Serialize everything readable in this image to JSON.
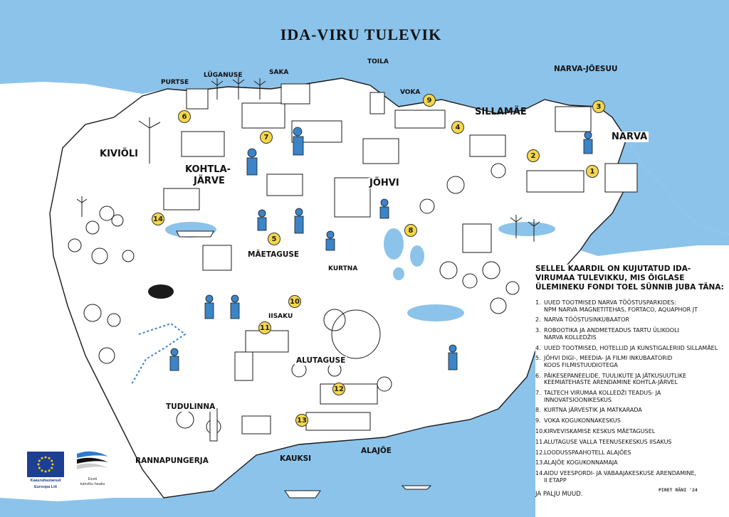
{
  "title": "IDA-VIRU TULEVIK",
  "colors": {
    "water": "#8cc3ea",
    "land": "#ffffff",
    "ink": "#1a1a1a",
    "accent_blue": "#3b84c8",
    "marker_yellow": "#f6d74a",
    "eu_blue": "#1c3f94",
    "eu_gold": "#f3d000"
  },
  "places": {
    "purtse": "PURTSE",
    "luganuse": "LÜGANUSE",
    "saka": "SAKA",
    "toila": "TOILA",
    "narva_joesuu": "NARVA-JÕESUU",
    "voka": "VOKA",
    "sillamae": "SILLAMÄE",
    "narva": "NARVA",
    "kivioli": "KIVIÕLI",
    "kohtla_jarve_1": "KOHTLA-",
    "kohtla_jarve_2": "JÄRVE",
    "johvi": "JÕHVI",
    "maetaguse": "MÄETAGUSE",
    "kurtna": "KURTNA",
    "iisaku": "IISAKU",
    "alutaguse": "ALUTAGUSE",
    "tudulinna": "TUDULINNA",
    "rannapungerja": "RANNAPUNGERJA",
    "kauksi": "KAUKSI",
    "alajoe": "ALAJÕE"
  },
  "markers": [
    "1",
    "2",
    "3",
    "4",
    "5",
    "6",
    "7",
    "8",
    "9",
    "10",
    "11",
    "12",
    "13",
    "14"
  ],
  "legend": {
    "intro": "SELLEL KAARDIL ON KUJUTATUD IDA-VIRUMAA TULEVIKKU, MIS ÕIGLASE ÜLEMINEKU FONDI TOEL SÜNNIB JUBA TÄNA:",
    "items": [
      {
        "num": "1.",
        "text": "UUED TOOTMISED NARVA TÖÖSTUSPARKIDES:\nNPM NARVA MAGNETITEHAS, FORTACO, AQUAPHOR JT"
      },
      {
        "num": "2.",
        "text": "NARVA TÖÖSTUSINKUBAATOR"
      },
      {
        "num": "3.",
        "text": "ROBOOTIKA JA ANDMETEADUS TARTU ÜLIKOOLI\nNARVA KOLLEDŽIS"
      },
      {
        "num": "4.",
        "text": "UUED TOOTMISED, HOTELLID JA KUNSTIGALERIID SILLAMÄEL"
      },
      {
        "num": "5.",
        "text": "JÕHVI DIGI-, MEEDIA- JA FILMI INKUBAATORID\nKOOS FILMISTUUDIOTEGA"
      },
      {
        "num": "6.",
        "text": "PÄIKESEPANEELIDE, TUULIKUTE JA JÄTKUSUUTLIKE\nKEEMIATEHASTE ARENDAMINE KOHTLA-JÄRVEL"
      },
      {
        "num": "7.",
        "text": "TALTECH VIRUMAA KOLLEDŽI TEADUS- JA\nINNOVATSIOONIKESKUS"
      },
      {
        "num": "8.",
        "text": "KURTNA JÄRVESTIK JA MATKARADA"
      },
      {
        "num": "9.",
        "text": "VOKA KOGUKONNAKESKUS"
      },
      {
        "num": "10.",
        "text": "KIRVEVISKAMISE KESKUS MÄETAGUSEL"
      },
      {
        "num": "11.",
        "text": "ALUTAGUSE VALLA TEENUSEKESKUS IISAKUS"
      },
      {
        "num": "12.",
        "text": "LOODUSSPAAHOTELL ALAJÕES"
      },
      {
        "num": "13.",
        "text": "ALAJÕE KOGUKONNAMAJA"
      },
      {
        "num": "14.",
        "text": "AIDU VEESPORDI- JA VABAAJAKESKUSE ARENDAMINE,\nII ETAPP"
      }
    ],
    "outro": "JA PALJU MUUD."
  },
  "signature": "PIRET RÄNI '24",
  "logos": {
    "eu_caption_1": "Kaasrahastanud",
    "eu_caption_2": "Euroopa Liit",
    "ee_caption_1": "Eesti",
    "ee_caption_2": "tuleviku heaks"
  }
}
